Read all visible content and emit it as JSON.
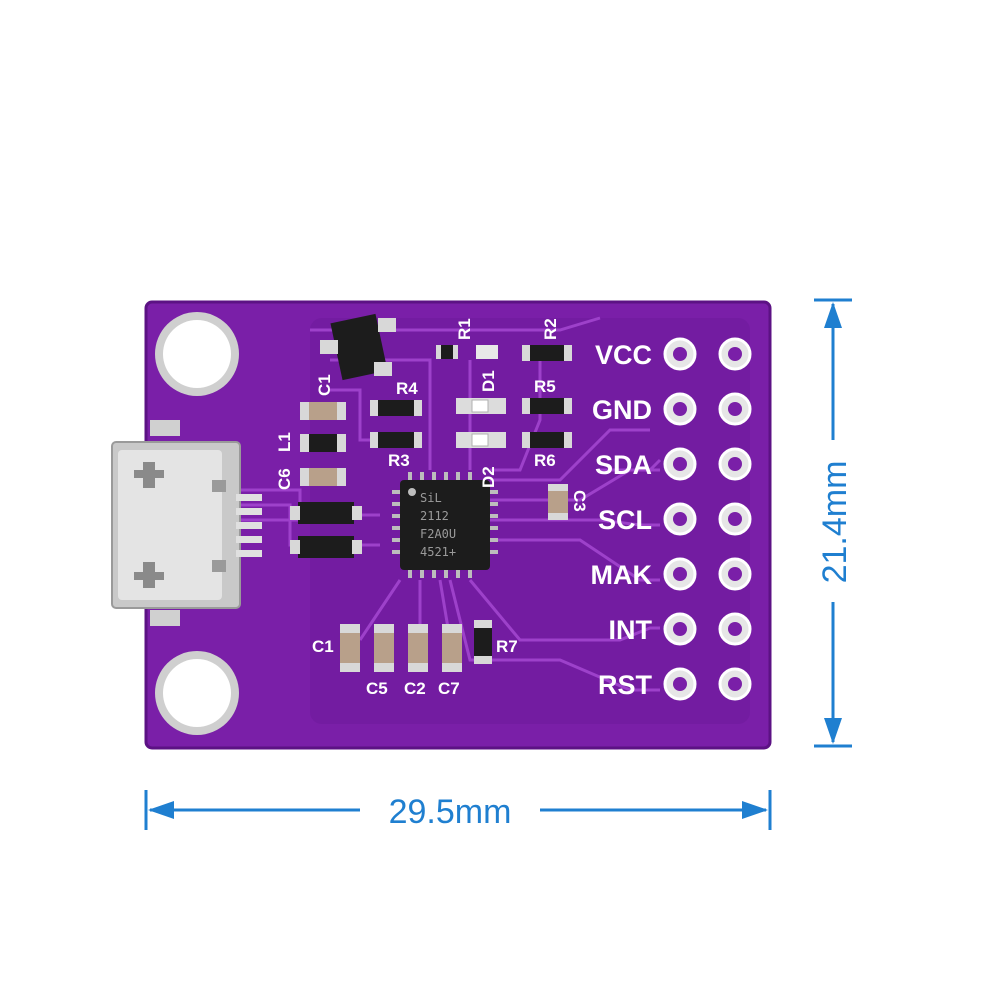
{
  "colors": {
    "board": "#7a1fa8",
    "board_edge": "#5c1284",
    "trace": "#9b3cc8",
    "silkscreen": "#ffffff",
    "pad": "#d9d9d9",
    "chip": "#1c1c1c",
    "dimension": "#1f7fd0"
  },
  "dimensions": {
    "width_label": "29.5mm",
    "height_label": "21.4mm"
  },
  "pins": [
    {
      "label": "VCC"
    },
    {
      "label": "GND"
    },
    {
      "label": "SDA"
    },
    {
      "label": "SCL"
    },
    {
      "label": "MAK"
    },
    {
      "label": "INT"
    },
    {
      "label": "RST"
    }
  ],
  "components": {
    "r1": "R1",
    "r2": "R2",
    "r3": "R3",
    "r4": "R4",
    "r5": "R5",
    "r6": "R6",
    "r7": "R7",
    "c1_top": "C1",
    "c1_bottom": "C1",
    "c2": "C2",
    "c3": "C3",
    "c5": "C5",
    "c6": "C6",
    "c7": "C7",
    "l1": "L1",
    "d1": "D1",
    "d2": "D2"
  },
  "chip_text": [
    "SiL",
    "2112",
    "F2A0U",
    "4521+"
  ],
  "connector_icon": "micro-usb-connector"
}
